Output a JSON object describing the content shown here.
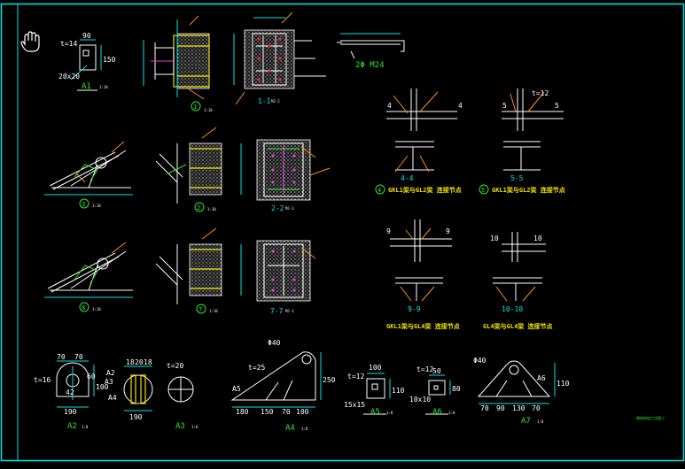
{
  "labels": {
    "A1": "A1",
    "A1_t": "t=14",
    "A1_w": "90",
    "A1_h": "150",
    "A1_hole": "20x20",
    "A1_s": "1:10",
    "d1_s": "1:10",
    "s11": "1-1",
    "s11_mj": "MJ-2",
    "bolt": "2Φ M24",
    "d3_s": "1:10",
    "d2_s": "1:10",
    "s22": "2-2",
    "s22_mj": "MJ-1",
    "d8_s": "1:10",
    "d7_s": "1:10",
    "s77": "7-7",
    "s77_mj": "MJ-1",
    "s44": "4-4",
    "s55": "5-5",
    "s99": "9-9",
    "s1010": "10-10",
    "n4l": "4",
    "n4r": "4",
    "n5l": "5",
    "n5r": "5",
    "n9l": "9",
    "n9r": "9",
    "n10l": "10",
    "n10r": "10",
    "t12": "t=12",
    "cap4": "GKL1梁与GL2梁 连接节点",
    "cap5": "GKL1梁与GL2梁 连接节点",
    "cap9": "GKL1梁与GL4梁 连接节点",
    "cap10": "GL4梁与GL4梁 连接节点",
    "A2": "A2",
    "A2_70a": "70",
    "A2_70b": "70",
    "A2_t": "t=16",
    "A2_42": "42",
    "A2_60": "60",
    "A2_100": "100",
    "A2_190": "190",
    "A2_s": "1:8",
    "A3lbl": "A3",
    "A3_190": "190",
    "A3_18a": "18",
    "A3_20": "20",
    "A3_18b": "18",
    "A3_t": "t=20",
    "A3_s": "1:8",
    "A2m": "A2",
    "A3m": "A3",
    "A4m": "A4",
    "A4": "A4",
    "A4_hole": "Φ40",
    "A4_t": "t=25",
    "A4_A5": "A5",
    "A4_180": "180",
    "A4_150": "150",
    "A4_70": "70",
    "A4_100": "100",
    "A4_250": "250",
    "A4_s": "1:8",
    "A5": "A5",
    "A5_100": "100",
    "A5_t": "t=12",
    "A5_110": "110",
    "A5_hole": "15x15",
    "A5_s": "1:8",
    "A6": "A6",
    "A6_t": "t=12",
    "A6_50": "50",
    "A6_80": "80",
    "A6_hole": "10x10",
    "A6_s": "1:8",
    "A7": "A7",
    "A7_hole": "Φ40",
    "A7_A6": "A6",
    "A7_70a": "70",
    "A7_90": "90",
    "A7_130": "130",
    "A7_70b": "70",
    "A7_110": "110",
    "A7_s": "1:8",
    "note": "钢结构加工详图二"
  },
  "colors": {
    "bg": "#000000",
    "frame": "#00e5e5",
    "text_green": "#2ee62e",
    "caption": "#f0e000",
    "line": "#ffffff",
    "leader": "#ff8c1a",
    "bolt_mark": "#ff2a2a"
  },
  "icons": {
    "cursor": "hand-pointer-icon"
  }
}
